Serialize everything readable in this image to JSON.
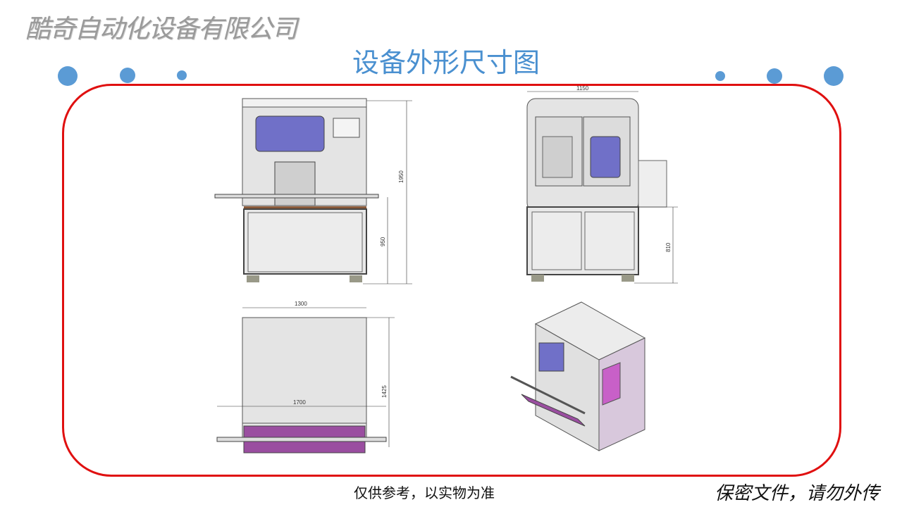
{
  "header": {
    "company": "酷奇自动化设备有限公司",
    "title": "设备外形尺寸图"
  },
  "drawings": {
    "front": {
      "total_height": "1950",
      "table_height": "950"
    },
    "side": {
      "width": "1150",
      "table_height": "810"
    },
    "top": {
      "width": "1300",
      "depth": "1425",
      "conveyor_length": "1700"
    }
  },
  "footer": {
    "note": "仅供参考，以实物为准",
    "confidential": "保密文件，请勿外传"
  },
  "colors": {
    "accent": "#5b9bd5",
    "frame": "#e01010",
    "window": "#7070c8",
    "base": "#9a4ea0"
  }
}
